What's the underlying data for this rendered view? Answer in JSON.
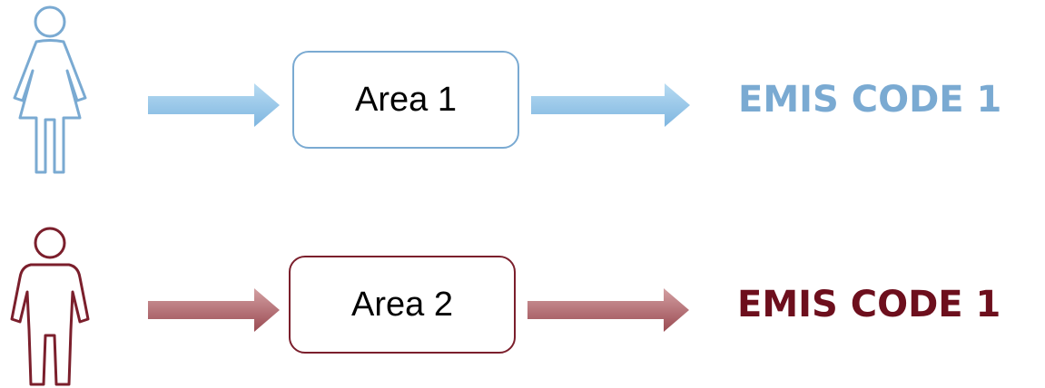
{
  "rows": [
    {
      "icon": "female-person-icon",
      "area_label": "Area 1",
      "code_label": "EMIS CODE 1",
      "color": "#7aaad2",
      "arrow_color": "#9ccbea",
      "text_color": "#7aaad2"
    },
    {
      "icon": "male-person-icon",
      "area_label": "Area 2",
      "code_label": "EMIS CODE 1",
      "color": "#7b1f2c",
      "arrow_color": "#b06a6f",
      "text_color": "#6d0f1d"
    }
  ]
}
